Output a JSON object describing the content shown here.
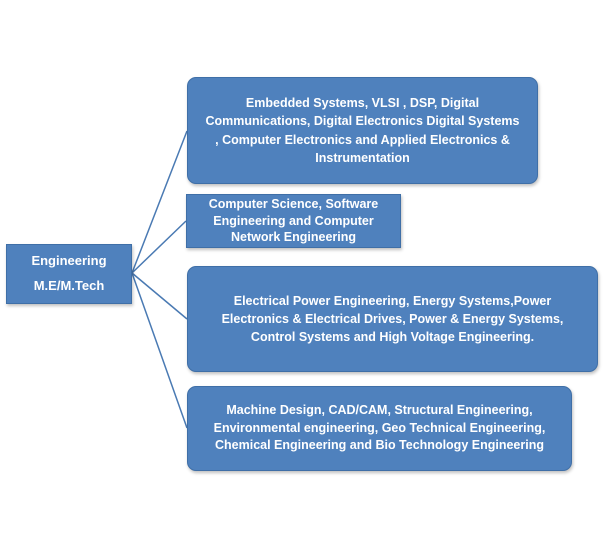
{
  "root": {
    "label": "Engineering\nM.E/M.Tech"
  },
  "children": [
    {
      "label": "Embedded Systems, VLSI , DSP,  Digital\nCommunications,  Digital Electronics  Digital Systems\n, Computer Electronics and Applied Electronics  &\nInstrumentation"
    },
    {
      "label": "Computer Science, Software\nEngineering and Computer\nNetwork Engineering"
    },
    {
      "label": "Electrical Power Engineering, Energy Systems,Power\nElectronics & Electrical Drives,  Power & Energy Systems,\nControl Systems and High Voltage Engineering."
    },
    {
      "label": "Machine Design, CAD/CAM, Structural Engineering,\nEnvironmental engineering, Geo Technical Engineering,\nChemical Engineering and Bio Technology Engineering"
    }
  ],
  "colors": {
    "box_fill": "#4f81bd",
    "box_border": "#3f6fa7",
    "connector": "#4a7ab3",
    "text": "#ffffff"
  }
}
